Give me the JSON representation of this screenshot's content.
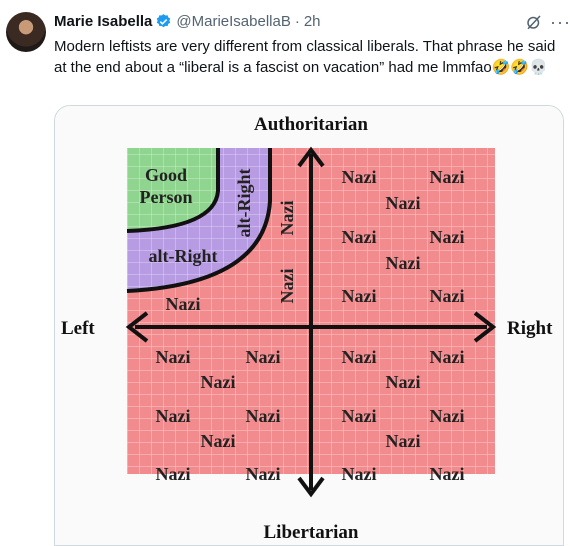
{
  "tweet": {
    "author_name": "Marie Isabella",
    "handle": "@MarieIsabellaB",
    "separator": "·",
    "time": "2h",
    "text": "Modern leftists are very different from classical liberals. That phrase he said at the end about a “liberal is a fascist on vacation” had me lmmfao🤣🤣💀",
    "more_label": "···"
  },
  "icons": {
    "verified": "verified-badge-icon",
    "grok": "grok-icon",
    "more": "more-icon"
  },
  "colors": {
    "verified": "#1d9bf0",
    "nazi_area": "#f28b8e",
    "good_area": "#8fd48f",
    "alt_area": "#b79be3"
  },
  "meme": {
    "top_label": "Authoritarian",
    "bottom_label": "Libertarian",
    "left_label": "Left",
    "right_label": "Right",
    "good_label_1": "Good",
    "good_label_2": "Person",
    "alt_right_horizontal": "alt-Right",
    "alt_right_vertical": "alt-Right",
    "nazi": "Nazi"
  }
}
